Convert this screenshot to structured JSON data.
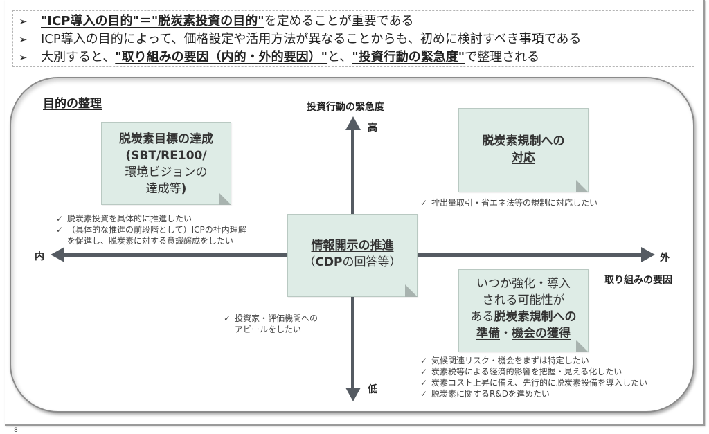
{
  "summary": {
    "bullet_icon": "➢",
    "lines": [
      {
        "parts": [
          {
            "text": "\"ICP導入の目的\"＝\"脱炭素投資の目的\"",
            "emph": true
          },
          {
            "text": "を定めることが重要である",
            "emph": false
          }
        ]
      },
      {
        "parts": [
          {
            "text": "ICP導入の目的によって、価格設定や活用方法が異なることからも、初めに検討すべき事項である",
            "emph": false
          }
        ]
      },
      {
        "parts": [
          {
            "text": "大別すると、",
            "emph": false
          },
          {
            "text": "\"取り組みの要因（内的・外的要因）\"",
            "emph": true
          },
          {
            "text": "と、",
            "emph": false
          },
          {
            "text": "\"投資行動の緊急度\"",
            "emph": true
          },
          {
            "text": "で整理される",
            "emph": false
          }
        ]
      }
    ]
  },
  "diagram": {
    "section_title": "目的の整理",
    "axes": {
      "vertical_title": "投資行動の緊急度",
      "vertical_high": "高",
      "vertical_low": "低",
      "horizontal_left": "内",
      "horizontal_right": "外",
      "horizontal_title": "取り組みの要因"
    },
    "notes": {
      "top_left": {
        "title": "脱炭素目標の達成",
        "line2": "(SBT/RE100/",
        "line3": "環境ビジョンの",
        "line4a": "達成等",
        "line4b": ")"
      },
      "top_right": {
        "line1": "脱炭素規制への",
        "line2": "対応"
      },
      "center": {
        "title": "情報開示の推進",
        "sub_open": "（",
        "sub_bold": "CDP",
        "sub_rest": "の回答等）"
      },
      "bottom_right": {
        "line1": "いつか強化・導入",
        "line2": "される可能性が",
        "line3_plain": "ある",
        "line3_bold": "脱炭素規制への",
        "line4_bold1": "準備",
        "line4_sep": "・",
        "line4_bold2": "機会の獲得"
      }
    },
    "check_icon": "✓",
    "checklists": {
      "top_left": [
        "脱炭素投資を具体的に推進したい",
        "（具体的な推進の前段階として）ICPの社内理解",
        "を促進し、脱炭素に対する意識醸成をしたい"
      ],
      "top_right": [
        "排出量取引・省エネ法等の規制に対応したい"
      ],
      "bottom_center": [
        "投資家・評価機関への",
        "アピールをしたい"
      ],
      "bottom_right": [
        "気候関連リスク・機会をまずは特定したい",
        "炭素税等による経済的影響を把握・見える化したい",
        "炭素コスト上昇に備え、先行的に脱炭素設備を導入したい",
        "脱炭素に関するR&Dを進めたい"
      ]
    }
  },
  "page_number": "8",
  "colors": {
    "note_fill": "#deece6",
    "axis": "#555b62"
  }
}
